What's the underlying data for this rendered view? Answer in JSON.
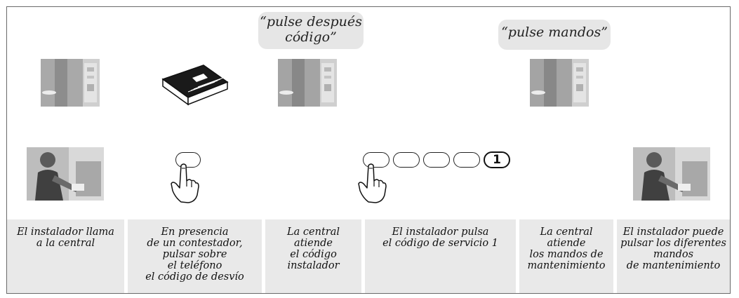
{
  "speech_bubbles": [
    {
      "lines": [
        "“pulse después",
        "código”"
      ]
    },
    {
      "lines": [
        "“pulse mandos”"
      ]
    }
  ],
  "icons": {
    "answering_machine": "answering-machine-icon",
    "hand": "pressing-hand-icon"
  },
  "code_key_label": "1",
  "captions": [
    "El instalador llama\na la central",
    "En presencia\nde un contestador,\npulsar sobre\nel teléfono\nel código de desvío",
    "La central\natiende\nel código\ninstalador",
    "El instalador pulsa\nel código de servicio 1",
    "La central\natiende\nlos mandos de\nmantenimiento",
    "El instalador puede\npulsar los diferentes\nmandos\nde mantenimiento"
  ]
}
